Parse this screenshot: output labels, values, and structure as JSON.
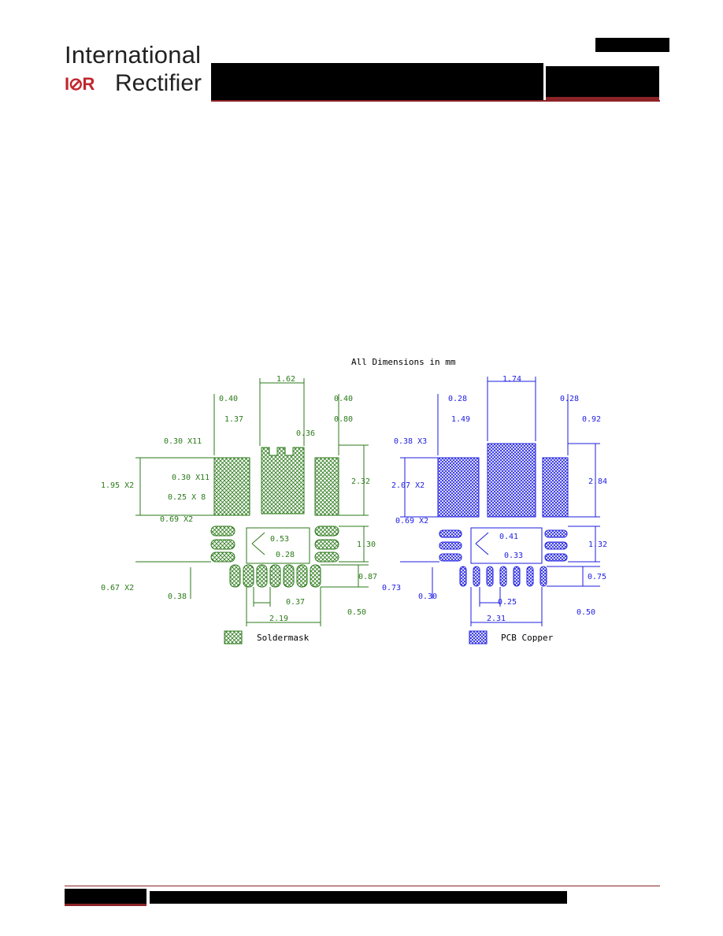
{
  "brand": {
    "line1": "International",
    "logo_mark": "I⊘R",
    "line2": "Rectifier"
  },
  "drawing": {
    "title": "All Dimensions in mm",
    "left": {
      "dims": {
        "d162": "1.62",
        "d040a": "0.40",
        "d040b": "0.40",
        "d137": "1.37",
        "d080": "0.80",
        "d030x11a": "0.30 X11",
        "d036": "0.36",
        "d195": "1.95 X2",
        "d030x11b": "0.30 X11",
        "d025": "0.25 X 8",
        "d232": "2.32",
        "d069": "0.69 X2",
        "d053": "0.53",
        "d130": "1.30",
        "d028": "0.28",
        "d087a": "0.87",
        "d067": "0.67 X2",
        "d038": "0.38",
        "d037": "0.37",
        "d050": "0.50",
        "d219": "2.19"
      },
      "legend": "Soldermask"
    },
    "right": {
      "dims": {
        "d174": "1.74",
        "d028a": "0.28",
        "d028b": "0.28",
        "d149": "1.49",
        "d092": "0.92",
        "d038x3": "0.38 X3",
        "d207": "2.07 X2",
        "d284": "2.84",
        "d069": "0.69 X2",
        "d041": "0.41",
        "d132": "1.32",
        "d033": "0.33",
        "d073": "0.73",
        "d075": "0.75",
        "d030": "0.30",
        "d025": "0.25",
        "d050": "0.50",
        "d231": "2.31"
      },
      "legend": "PCB Copper"
    }
  },
  "colors": {
    "brand_red": "#c0262e",
    "soldermask": "#2b7a1a",
    "copper": "#1d1de0",
    "rule": "#8b2327"
  }
}
